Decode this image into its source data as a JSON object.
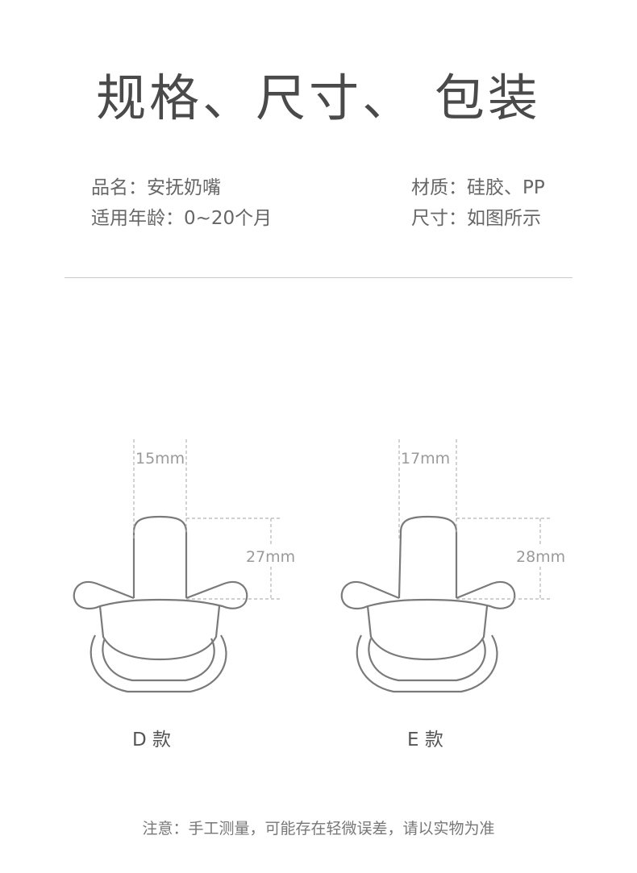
{
  "title": "规格、尺寸、 包装",
  "specs": {
    "left": [
      "品名：安抚奶嘴",
      "适用年龄：0~20个月"
    ],
    "right": [
      "材质：硅胶、PP",
      "尺寸：如图所示"
    ]
  },
  "models": [
    {
      "caption": "D 款",
      "nipple_width": "15mm",
      "nipple_height": "27mm"
    },
    {
      "caption": "E 款",
      "nipple_width": "17mm",
      "nipple_height": "28mm"
    }
  ],
  "note": "注意：手工测量，可能存在轻微误差，请以实物为准"
}
